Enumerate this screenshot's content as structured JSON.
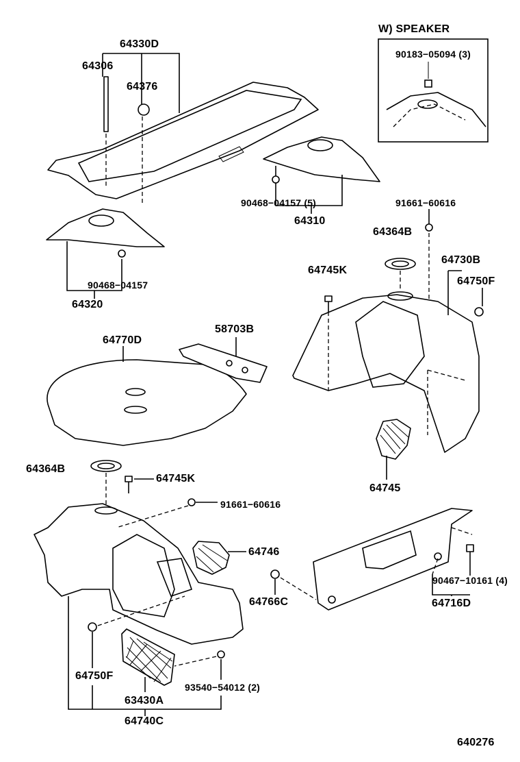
{
  "labels": {
    "speaker_title": "W) SPEAKER",
    "p64330D": "64330D",
    "p64306": "64306",
    "p64376": "64376",
    "p90183": "90183−05094 (3)",
    "p90468_5": "90468−04157 (5)",
    "p64310": "64310",
    "p91661_a": "91661−60616",
    "p90468": "90468−04157",
    "p64320": "64320",
    "p64364B_a": "64364B",
    "p64745K_a": "64745K",
    "p64730B": "64730B",
    "p64750F_a": "64750F",
    "p64770D": "64770D",
    "p58703B": "58703B",
    "p64745": "64745",
    "p64364B_b": "64364B",
    "p64745K_b": "64745K",
    "p91661_b": "91661−60616",
    "p64746": "64746",
    "p64766C": "64766C",
    "p90467": "90467−10161 (4)",
    "p64716D": "64716D",
    "p64750F_b": "64750F",
    "p93540": "93540−54012 (2)",
    "p63430A": "63430A",
    "p64740C": "64740C",
    "figure_no": "640276"
  }
}
